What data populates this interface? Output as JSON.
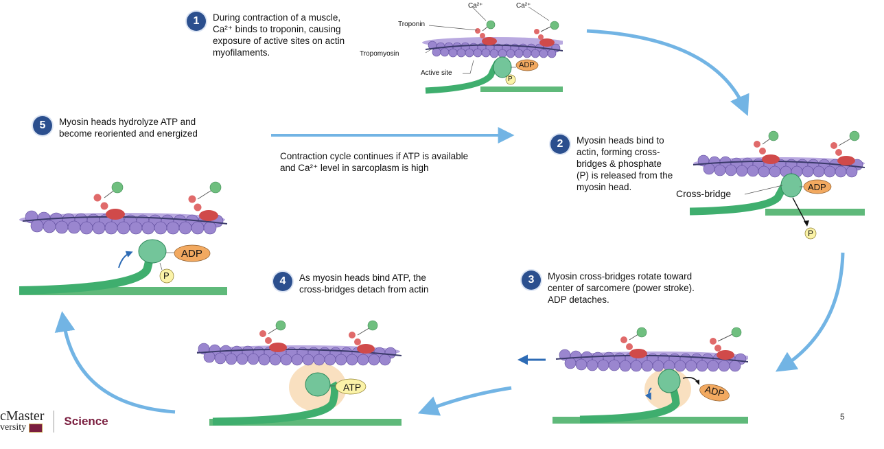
{
  "steps": [
    {
      "num": "1",
      "text": "During contraction of a muscle,\nCa²⁺ binds to troponin, causing\nexposure of active sites on actin\nmyofilaments."
    },
    {
      "num": "2",
      "text": "Myosin heads bind to\nactin, forming cross-\nbridges & phosphate\n(P) is released from the\nmyosin head."
    },
    {
      "num": "3",
      "text": "Myosin cross-bridges rotate toward\ncenter of sarcomere (power stroke).\nADP detaches."
    },
    {
      "num": "4",
      "text": "As myosin heads bind ATP, the\ncross-bridges detach from actin"
    },
    {
      "num": "5",
      "text": "Myosin heads hydrolyze ATP and\nbecome reoriented and energized"
    }
  ],
  "center_note": "Contraction cycle continues if ATP is available\nand Ca²⁺ level in sarcoplasm is high",
  "labels": {
    "ca_left": "Ca²⁺",
    "ca_right": "Ca²⁺",
    "troponin": "Troponin",
    "tropomyosin": "Tropomyosin",
    "active_site": "Active site",
    "cross_bridge": "Cross-bridge",
    "adp": "ADP",
    "atp": "ATP",
    "p": "P"
  },
  "footer": {
    "brand_name": "cMaster",
    "brand_sub": "versity",
    "faculty": "Science",
    "page": "5"
  },
  "colors": {
    "badge": "#2b4f8e",
    "arrow": "#5aa8e0",
    "actin": "#9a86cf",
    "tropomyosin": "#3a3a6a",
    "troponin": "#d04a4a",
    "calcium": "#6fbf7f",
    "myosin": "#3fae6e",
    "adp": "#f2a960",
    "phosphate": "#fbf3a8",
    "faculty": "#7a1e3f"
  }
}
